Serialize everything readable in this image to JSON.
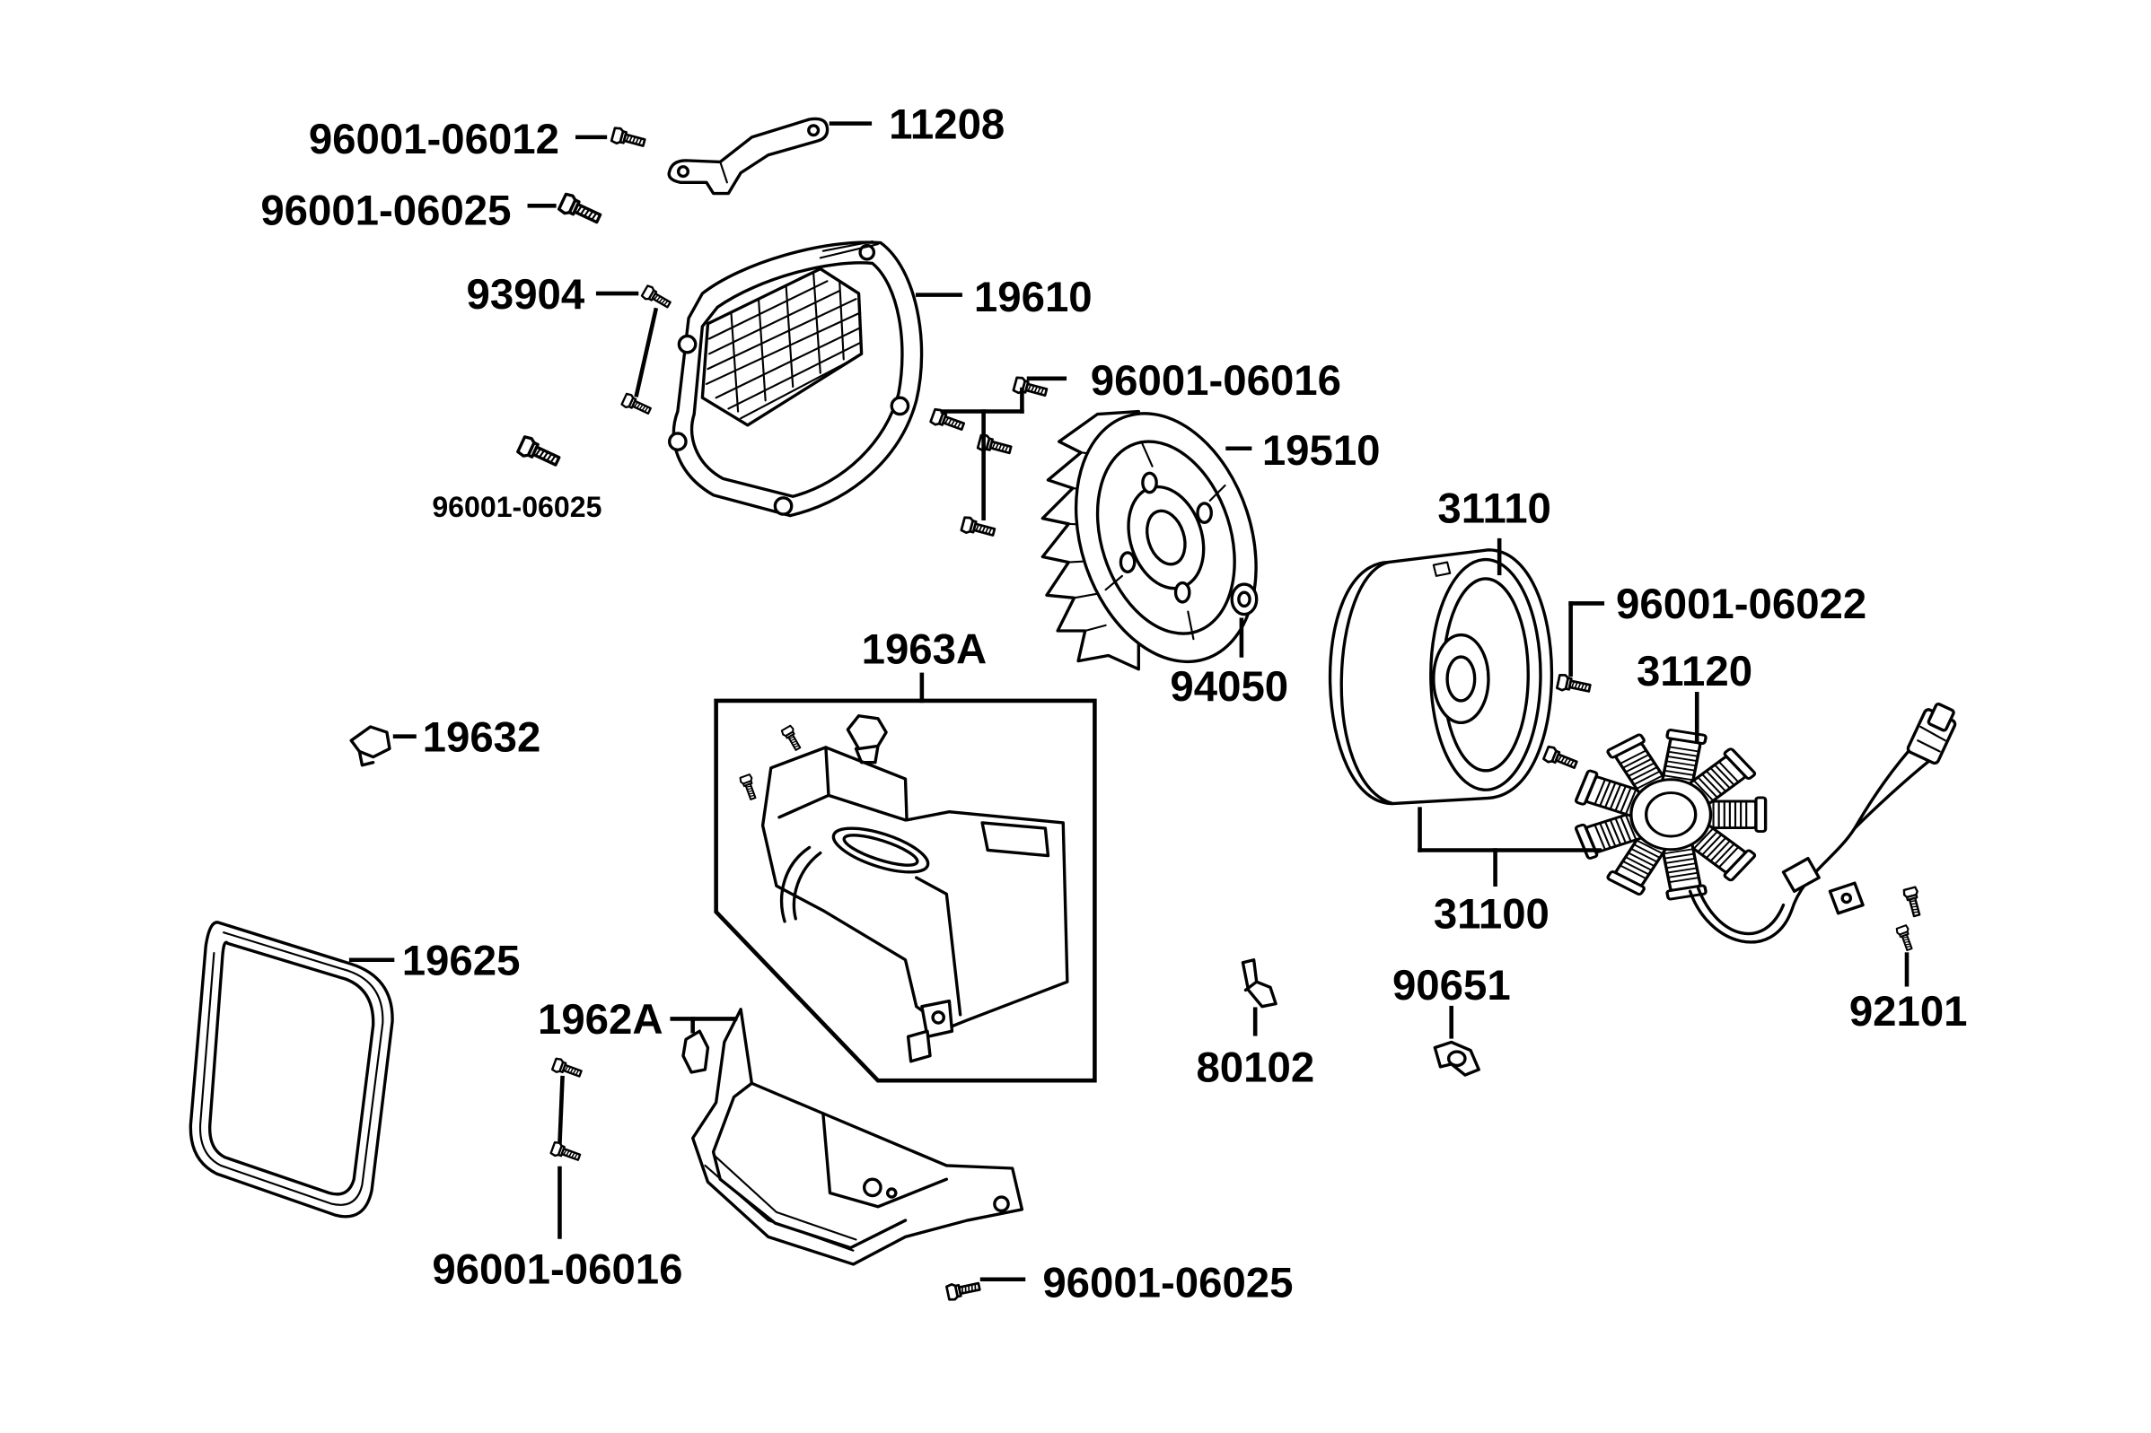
{
  "diagram": {
    "part_numbers": [
      "96001-06012",
      "11208",
      "96001-06025",
      "93904",
      "19610",
      "96001-06016",
      "19510",
      "96001-06025",
      "31110",
      "96001-06022",
      "1963A",
      "31120",
      "94050",
      "19632",
      "31100",
      "19625",
      "90651",
      "92101",
      "1962A",
      "80102",
      "96001-06016",
      "96001-06025"
    ]
  },
  "colors": {
    "line": "#000000",
    "background": "#ffffff"
  }
}
